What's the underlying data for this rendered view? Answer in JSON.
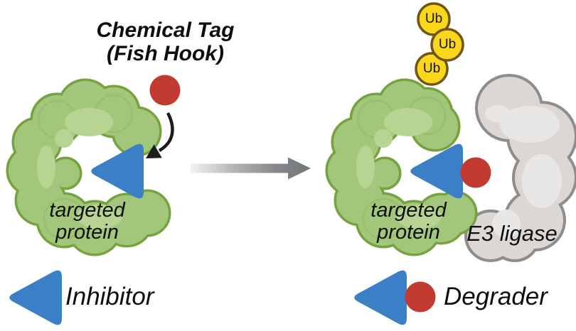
{
  "diagram": {
    "tag_title": {
      "line1": "Chemical Tag",
      "line2": "(Fish Hook)"
    },
    "left_panel": {
      "protein_label_line1": "targeted",
      "protein_label_line2": "protein",
      "legend_label": "Inhibitor"
    },
    "right_panel": {
      "protein_label_line1": "targeted",
      "protein_label_line2": "protein",
      "e3_label": "E3 ligase",
      "legend_label": "Degrader",
      "ub_labels": [
        "Ub",
        "Ub",
        "Ub"
      ]
    },
    "colors": {
      "protein_green_fill": "#a3c77a",
      "protein_green_light": "#b8d492",
      "protein_green_outline": "#76a340",
      "inhibitor_blue": "#3b80c6",
      "tag_red": "#c23b30",
      "ubiquitin_yellow": "#fbd71c",
      "ubiquitin_outline": "#6f5713",
      "e3_gray_fill": "#dbd7d5",
      "e3_gray_light": "#e9e7e5",
      "e3_gray_outline": "#8f8c8a",
      "transition_arrow_gray": "#6f7477",
      "text_black": "#0e0e0e"
    }
  }
}
